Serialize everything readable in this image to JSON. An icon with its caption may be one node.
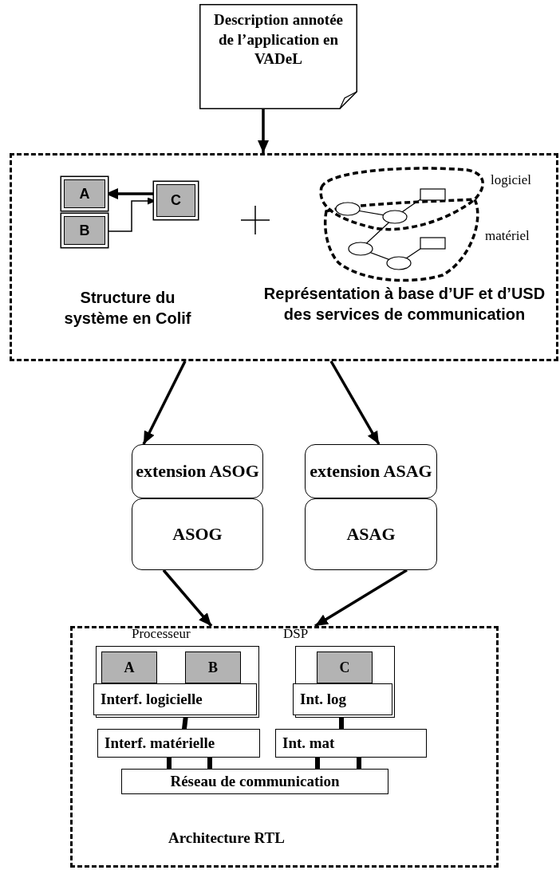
{
  "diagram": {
    "nodes": [
      {
        "text": [
          "Description annotée de l’application en VADeL"
        ]
      },
      {
        "text": [],
        "shape": "box"
      },
      {
        "text": [
          "A"
        ],
        "in": 1
      },
      {
        "text": [
          "B"
        ],
        "in": 1
      },
      {
        "text": [
          "C"
        ],
        "in": 1
      },
      {
        "text": [
          "extension ASOG"
        ]
      },
      {
        "text": [
          "ASOG"
        ]
      },
      {
        "text": [
          "extension ASAG"
        ]
      },
      {
        "text": [
          "ASAG"
        ]
      },
      {
        "text": [
          "Architecture RTL"
        ]
      },
      {
        "text": [
          "Processeur"
        ],
        "in": 9
      },
      {
        "text": [
          "A"
        ],
        "in": 10
      },
      {
        "text": [
          "B"
        ],
        "in": 10
      },
      {
        "text": [
          "Interf. logicielle"
        ],
        "in": 10
      },
      {
        "text": [
          "DSP"
        ],
        "in": 9
      },
      {
        "text": [
          "C"
        ],
        "in": 14
      },
      {
        "text": [
          "Int. log"
        ],
        "in": 14
      },
      {
        "text": [
          "Interf. matérielle"
        ],
        "in": 9
      },
      {
        "text": [
          "Int. mat"
        ],
        "in": 9
      },
      {
        "text": [
          "Réseau de communication"
        ],
        "in": 9
      }
    ],
    "edges": [
      {
        "from": 0,
        "to": 1,
        "arrow": "to"
      },
      {
        "from": 4,
        "to": 2,
        "arrow": "to"
      },
      {
        "from": 3,
        "to": 4,
        "arrow": "to"
      },
      {
        "from": 1,
        "to": 5,
        "arrow": "to"
      },
      {
        "from": 1,
        "to": 7,
        "arrow": "to"
      },
      {
        "from": 6,
        "to": 9,
        "arrow": "to"
      },
      {
        "from": 8,
        "to": 9,
        "arrow": "to"
      },
      {
        "from": 13,
        "to": 17,
        "arrow": "none"
      },
      {
        "from": 16,
        "to": 18,
        "arrow": "none"
      },
      {
        "from": 17,
        "to": 19,
        "arrow": "none"
      },
      {
        "from": 17,
        "to": 19,
        "arrow": "none"
      },
      {
        "from": 18,
        "to": 19,
        "arrow": "none"
      },
      {
        "from": 18,
        "to": 19,
        "arrow": "none"
      }
    ],
    "labels": [
      "Structure du système en Colif",
      "Représentation à base d’UF et d’USD des services de communication",
      "logiciel",
      "matériel"
    ]
  }
}
